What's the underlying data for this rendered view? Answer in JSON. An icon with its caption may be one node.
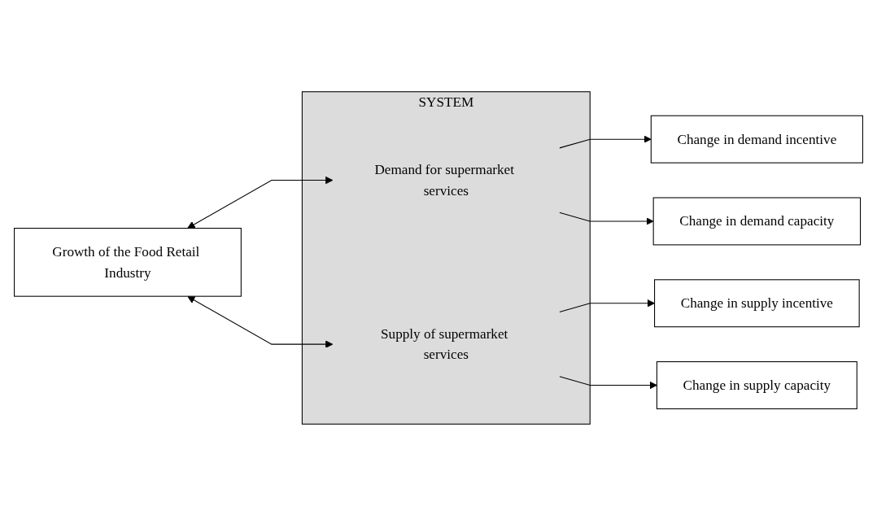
{
  "diagram": {
    "nodes": [
      {
        "text": [
          "Growth of the Food Retail Industry"
        ]
      },
      {
        "text": [
          "SYSTEM"
        ]
      },
      {
        "text": [
          "Demand for supermarket services"
        ],
        "in": 1
      },
      {
        "text": [
          "Supply of supermarket services"
        ],
        "in": 1
      },
      {
        "text": [
          "Change in demand incentive"
        ]
      },
      {
        "text": [
          "Change in demand capacity"
        ]
      },
      {
        "text": [
          "Change in supply incentive"
        ]
      },
      {
        "text": [
          "Change in supply capacity"
        ]
      }
    ],
    "edges": [
      {
        "from": 0,
        "to": 2,
        "arrow": "both"
      },
      {
        "from": 0,
        "to": 3,
        "arrow": "both"
      },
      {
        "from": 2,
        "to": 4,
        "arrow": "to"
      },
      {
        "from": 2,
        "to": 5,
        "arrow": "to"
      },
      {
        "from": 3,
        "to": 6,
        "arrow": "to"
      },
      {
        "from": 3,
        "to": 7,
        "arrow": "to"
      }
    ]
  }
}
